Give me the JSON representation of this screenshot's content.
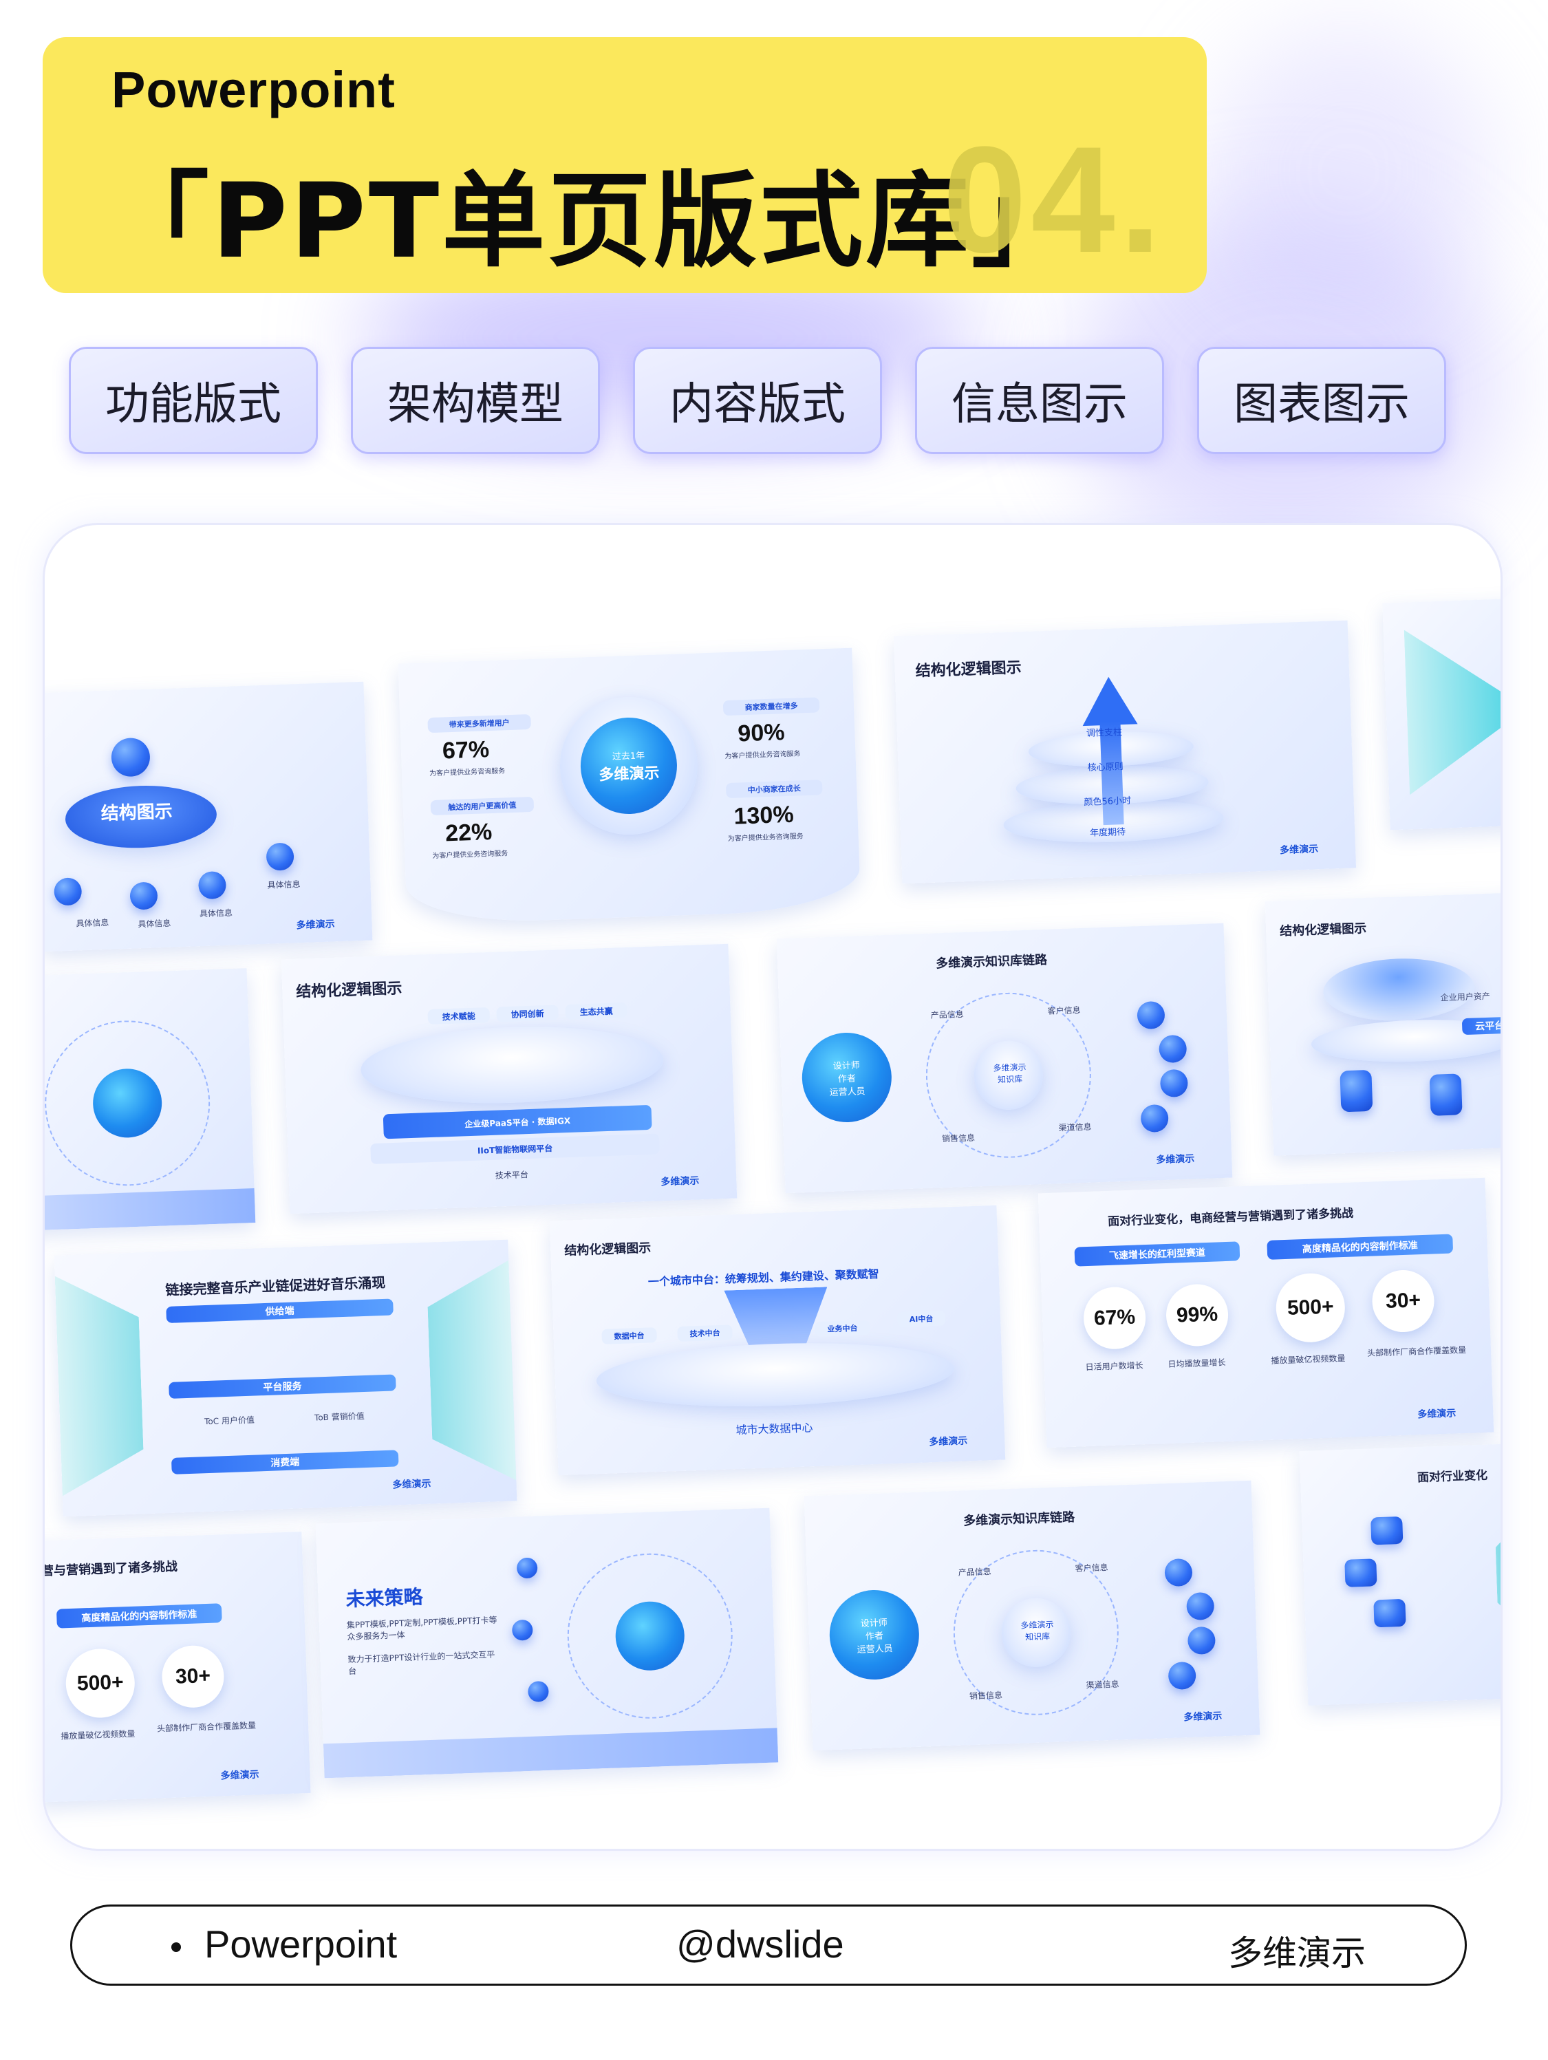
{
  "header": {
    "subtitle": "Powerpoint",
    "title": "「PPT单页版式库」",
    "number": "04."
  },
  "tags": [
    "功能版式",
    "架构模型",
    "内容版式",
    "信息图示",
    "图表图示"
  ],
  "slides": {
    "s1": {
      "title": "结构图示",
      "labels": [
        "具体信息",
        "具体信息",
        "具体信息",
        "具体信息"
      ]
    },
    "s2": {
      "center_top": "过去1年",
      "center_main": "多维演示",
      "left_tag1": "带来更多新增用户",
      "left_num1": "67%",
      "left_desc1": "为客户提供业务咨询服务",
      "left_tag2": "触达的用户更高价值",
      "left_num2": "22%",
      "left_desc2": "为客户提供业务咨询服务",
      "right_tag1": "商家数量在增多",
      "right_num1": "90%",
      "right_desc1": "为客户提供业务咨询服务",
      "right_tag2": "中小商家在成长",
      "right_num2": "130%",
      "right_desc2": "为客户提供业务咨询服务"
    },
    "s3": {
      "title": "结构化逻辑图示",
      "l1": "调性支柱",
      "l2": "核心原则",
      "l3": "颜色56小时",
      "l4": "年度期待"
    },
    "s5": {
      "title": "结构化逻辑图示",
      "t1": "技术赋能",
      "t2": "协同创新",
      "t3": "生态共赢",
      "b1": "企业级PaaS平台 · 数据IGX",
      "b2": "IIoT智能物联网平台",
      "b3": "技术平台"
    },
    "s6": {
      "title": "多维演示知识库链路",
      "left1": "设计师",
      "left2": "作者",
      "left3": "运营人员",
      "center": "多维演示\n知识库",
      "n1": "产品信息",
      "n2": "客户信息",
      "n3": "渠道信息",
      "n4": "销售信息"
    },
    "s7": {
      "title": "结构化逻辑图示",
      "label": "企业用户资产",
      "cloud": "云平台"
    },
    "s8": {
      "title": "链接完整音乐产业链促进好音乐涌现",
      "bar1": "供给端",
      "bar2": "平台服务",
      "bar3": "消费端",
      "mid1": "ToC 用户价值",
      "mid2": "ToB 营销价值"
    },
    "s9": {
      "title": "结构化逻辑图示",
      "headline": "一个城市中台：统筹规划、集约建设、聚数赋智",
      "foot": "城市大数据中心",
      "c1": "数据中台",
      "c2": "技术中台",
      "c3": "业务中台",
      "c4": "AI中台"
    },
    "s10": {
      "title": "面对行业变化，电商经营与营销遇到了诸多挑战",
      "tag1": "飞速增长的红利型赛道",
      "tag2": "高度精品化的内容制作标准",
      "n1": "67%",
      "d1": "日活用户数增长",
      "n2": "99%",
      "d2": "日均播放量增长",
      "n3": "500+",
      "d3": "播放量破亿视频数量",
      "n4": "30+",
      "d4": "头部制作厂商合作覆盖数量"
    },
    "s11": {
      "title": "营与营销遇到了诸多挑战",
      "tag": "高度精品化的内容制作标准",
      "n1": "500+",
      "d1": "播放量破亿视频数量",
      "n2": "30+",
      "d2": "头部制作厂商合作覆盖数量"
    },
    "s12": {
      "title": "未来策略",
      "p1": "集PPT模板,PPT定制,PPT模板,PPT打卡等众多服务为一体",
      "p2": "致力于打造PPT设计行业的一站式交互平台"
    },
    "s13": {
      "title": "多维演示知识库链路",
      "left1": "设计师",
      "left2": "作者",
      "left3": "运营人员",
      "center": "多维演示\n知识库",
      "n1": "产品信息",
      "n2": "客户信息",
      "n3": "渠道信息",
      "n4": "销售信息"
    },
    "s14": {
      "title": "面对行业变化"
    },
    "logo": "多维演示"
  },
  "footer": {
    "left": "Powerpoint",
    "center": "@dwslide",
    "right": "多维演示"
  },
  "colors": {
    "header_yellow": "#fbe85c",
    "accent_blue": "#2f6ef5",
    "tag_purple": "#d9dcff"
  }
}
